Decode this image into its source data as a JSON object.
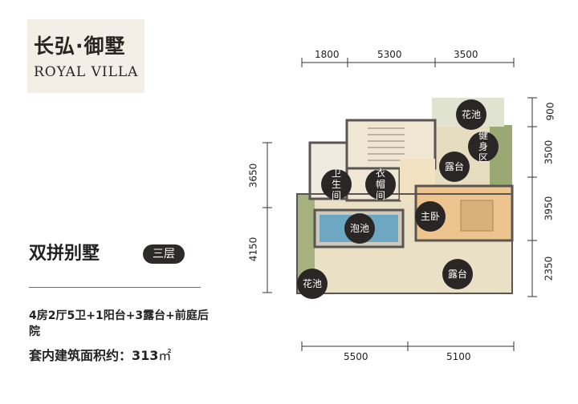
{
  "logo": {
    "cn": "长弘·御墅",
    "en": "ROYAL VILLA"
  },
  "title": "双拼别墅",
  "floor": "三层",
  "rooms_desc": "4房2厅5卫+1阳台+3露台+前庭后院",
  "area": {
    "label": "套内建筑面积约：",
    "value": "313",
    "unit": "㎡"
  },
  "dimensions": {
    "top": [
      "1800",
      "5300",
      "3500"
    ],
    "bottom": [
      "5500",
      "5100"
    ],
    "left": [
      "3650",
      "4150"
    ],
    "right": [
      "900",
      "3500",
      "3950",
      "2350"
    ]
  },
  "room_labels": {
    "flower_pool_top": "花池",
    "fitness": "健身区",
    "terrace_top": "露台",
    "bathroom": "卫生间",
    "cloakroom": "衣帽间",
    "pool": "泡池",
    "master_bedroom": "主卧",
    "flower_pool_bottom": "花池",
    "terrace_bottom": "露台"
  },
  "colors": {
    "label_bg": "#2b2626",
    "terrace": "#e9e0c5",
    "bedroom": "#eec48e",
    "pool": "#6ea7c2",
    "garden": "#a6b27e",
    "wall": "#5a5550"
  }
}
